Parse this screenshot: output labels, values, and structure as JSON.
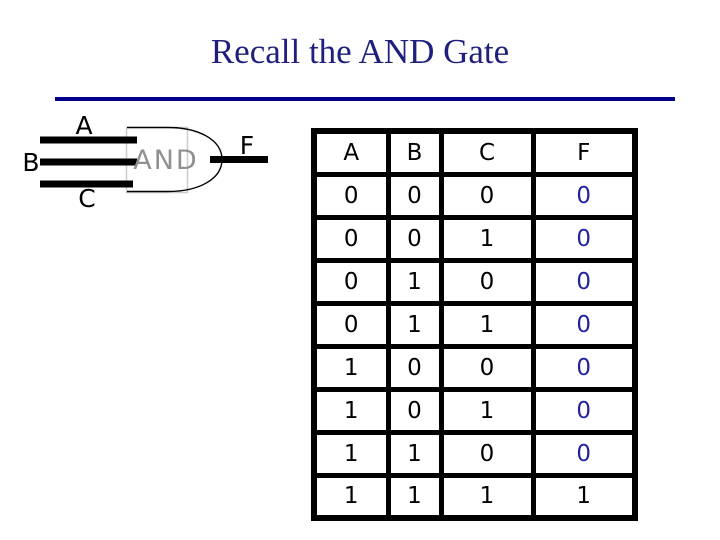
{
  "slide": {
    "title": "Recall the AND Gate"
  },
  "colors": {
    "title_navy": "#1f1f7e",
    "rule_navy": "#00008b",
    "f_value_navy": "#2323a0",
    "gate_label_gray": "#909090",
    "gate_body_outline_gray": "#cccccc",
    "wire_black": "#000000"
  },
  "gate_diagram": {
    "input_labels": [
      "A",
      "B",
      "C"
    ],
    "gate_label": "AND",
    "output_label": "F"
  },
  "truth_table": {
    "headers": [
      "A",
      "B",
      "C",
      "F"
    ],
    "rows": [
      {
        "a": "0",
        "b": "0",
        "c": "0",
        "f": "0",
        "f_navy": true
      },
      {
        "a": "0",
        "b": "0",
        "c": "1",
        "f": "0",
        "f_navy": true
      },
      {
        "a": "0",
        "b": "1",
        "c": "0",
        "f": "0",
        "f_navy": true
      },
      {
        "a": "0",
        "b": "1",
        "c": "1",
        "f": "0",
        "f_navy": true
      },
      {
        "a": "1",
        "b": "0",
        "c": "0",
        "f": "0",
        "f_navy": true
      },
      {
        "a": "1",
        "b": "0",
        "c": "1",
        "f": "0",
        "f_navy": true
      },
      {
        "a": "1",
        "b": "1",
        "c": "0",
        "f": "0",
        "f_navy": true
      },
      {
        "a": "1",
        "b": "1",
        "c": "1",
        "f": "1",
        "f_navy": false
      }
    ]
  }
}
